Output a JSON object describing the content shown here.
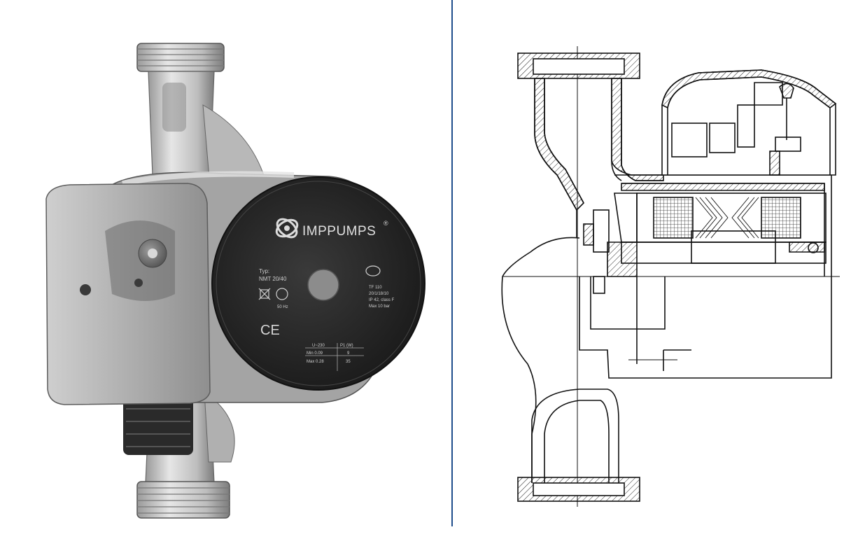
{
  "photo": {
    "brand": "IMPPUMPS",
    "trademark": "®",
    "type_label": "Typ:",
    "model": "NMT 20/40",
    "standard": "TF 110",
    "serial": "20/1/18/10",
    "ip": "IP 42, class F",
    "pmax": "Max 10 bar",
    "ce": "CE",
    "table_header_left": "U~230",
    "table_header_right": "P1 (W)",
    "table_row1_left": "Min 0.09",
    "table_row1_right": "9",
    "table_row2_left": "Max 0.28",
    "table_row2_right": "35",
    "hz": "50 Hz"
  },
  "colors": {
    "divider": "#1f4e8c",
    "face": "#2b2b2b",
    "body": "#bdbdbd",
    "box": "#a9a9a9"
  }
}
